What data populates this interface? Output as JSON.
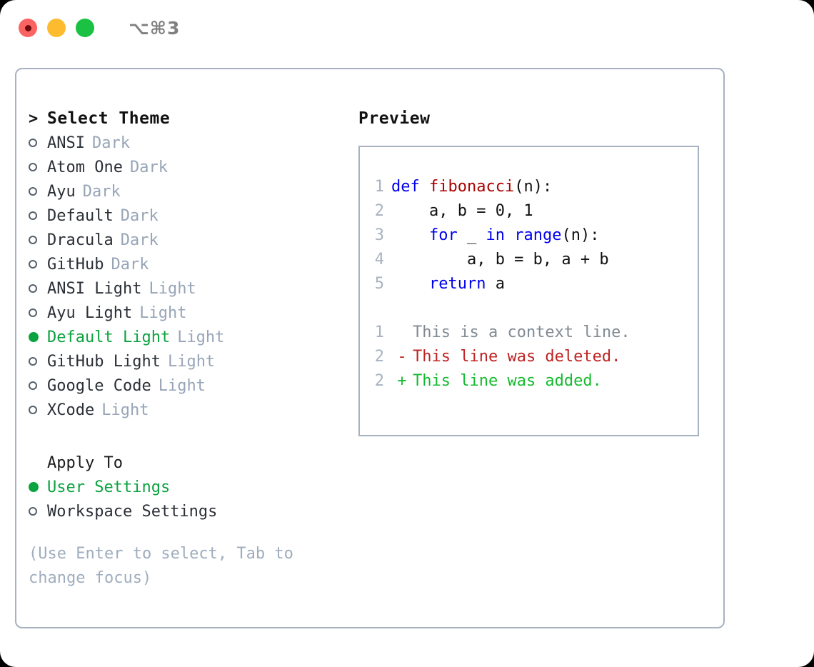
{
  "titlebar": {
    "buttons": [
      {
        "name": "close-button",
        "color": "#fb6362"
      },
      {
        "name": "minimize-button",
        "color": "#fdbc30"
      },
      {
        "name": "maximize-button",
        "color": "#1bc142"
      }
    ],
    "shortcut": "⌥⌘3"
  },
  "theme_panel": {
    "heading_marker": ">",
    "heading": "Select Theme",
    "items": [
      {
        "marker": "ring",
        "label": "ANSI",
        "tag": "Dark",
        "selected": false
      },
      {
        "marker": "ring",
        "label": "Atom One",
        "tag": "Dark",
        "selected": false
      },
      {
        "marker": "ring",
        "label": "Ayu",
        "tag": "Dark",
        "selected": false
      },
      {
        "marker": "ring",
        "label": "Default",
        "tag": "Dark",
        "selected": false
      },
      {
        "marker": "ring",
        "label": "Dracula",
        "tag": "Dark",
        "selected": false
      },
      {
        "marker": "ring",
        "label": "GitHub",
        "tag": "Dark",
        "selected": false
      },
      {
        "marker": "ring",
        "label": "ANSI Light",
        "tag": "Light",
        "selected": false
      },
      {
        "marker": "ring",
        "label": "Ayu Light",
        "tag": "Light",
        "selected": false
      },
      {
        "marker": "dot",
        "label": "Default Light",
        "tag": "Light",
        "selected": true
      },
      {
        "marker": "ring",
        "label": "GitHub Light",
        "tag": "Light",
        "selected": false
      },
      {
        "marker": "ring",
        "label": "Google Code",
        "tag": "Light",
        "selected": false
      },
      {
        "marker": "ring",
        "label": "XCode",
        "tag": "Light",
        "selected": false
      }
    ]
  },
  "apply_to": {
    "heading": "Apply To",
    "items": [
      {
        "marker": "dot",
        "label": "User Settings",
        "selected": true
      },
      {
        "marker": "ring",
        "label": "Workspace Settings",
        "selected": false
      }
    ]
  },
  "hint": "(Use Enter to select, Tab to change focus)",
  "preview": {
    "title": "Preview",
    "code_lines": [
      {
        "ln": "1",
        "tokens": [
          {
            "t": "def ",
            "c": "kw"
          },
          {
            "t": "fibonacci",
            "c": "fn"
          },
          {
            "t": "(n):",
            "c": "plain"
          }
        ]
      },
      {
        "ln": "2",
        "tokens": [
          {
            "t": "    a, b = 0, 1",
            "c": "plain"
          }
        ]
      },
      {
        "ln": "3",
        "tokens": [
          {
            "t": "    ",
            "c": "plain"
          },
          {
            "t": "for",
            "c": "kw"
          },
          {
            "t": " _ ",
            "c": "plain"
          },
          {
            "t": "in",
            "c": "kw"
          },
          {
            "t": " ",
            "c": "plain"
          },
          {
            "t": "range",
            "c": "bi"
          },
          {
            "t": "(n):",
            "c": "plain"
          }
        ]
      },
      {
        "ln": "4",
        "tokens": [
          {
            "t": "        a, b = b, a + b",
            "c": "plain"
          }
        ]
      },
      {
        "ln": "5",
        "tokens": [
          {
            "t": "    ",
            "c": "plain"
          },
          {
            "t": "return",
            "c": "kw"
          },
          {
            "t": " a",
            "c": "plain"
          }
        ]
      }
    ],
    "diff_lines": [
      {
        "ln": "1",
        "mark": " ",
        "text": "This is a context line.",
        "kind": "ctx"
      },
      {
        "ln": "2",
        "mark": "-",
        "text": "This line was deleted.",
        "kind": "del"
      },
      {
        "ln": "2",
        "mark": "+",
        "text": "This line was added.",
        "kind": "add"
      }
    ]
  },
  "colors": {
    "accent_green": "#0aa33f",
    "tag_gray": "#97a5b7",
    "border": "#a7b2c0",
    "keyword_blue": "#0000ee",
    "function_red": "#aa0000",
    "diff_add": "#14bb2e",
    "diff_del": "#c02222",
    "diff_ctx": "#808a92"
  }
}
